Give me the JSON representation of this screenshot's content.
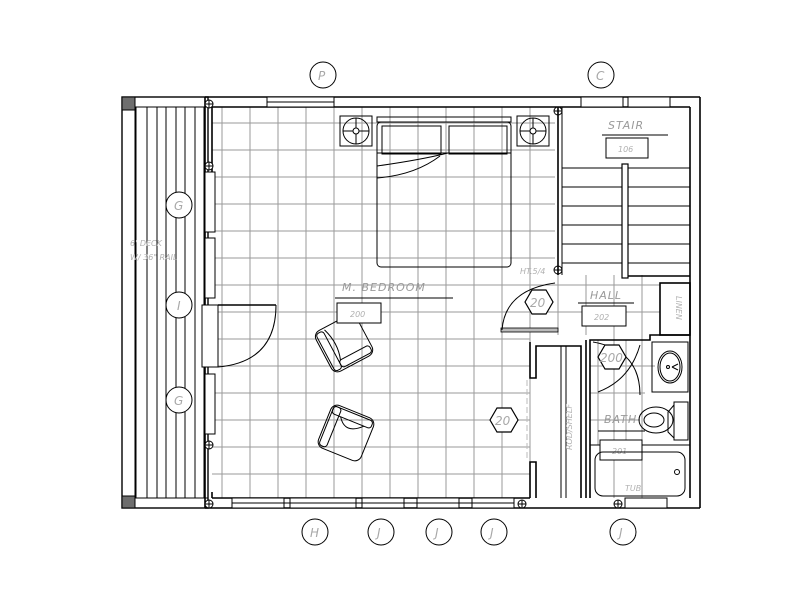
{
  "drawing": {
    "type": "floor-plan",
    "colors": {
      "line": "#000000",
      "grid": "#9a9a9a",
      "text": "#a0a0a0",
      "column": "#6e6e6e"
    }
  },
  "rooms": {
    "master_bedroom": {
      "label": "M. BEDROOM",
      "number": "200"
    },
    "stair": {
      "label": "STAIR",
      "number": "106"
    },
    "hall": {
      "label": "HALL",
      "number": "202"
    },
    "bath": {
      "label": "BATH",
      "number": "201"
    },
    "deck": {
      "label_line1": "6' DECK",
      "label_line2": "W/ 36\" RAIL"
    }
  },
  "fixtures": {
    "closet_label": "ROD/SHELF",
    "linen_label": "LINEN",
    "tub_label": "TUB",
    "ceiling_height_label": "HT.5/4"
  },
  "door_tags": [
    {
      "id": "door-20-hall",
      "label": "20"
    },
    {
      "id": "door-200-bath",
      "label": "200"
    },
    {
      "id": "door-20-closet",
      "label": "20"
    }
  ],
  "window_tags": {
    "top": [
      "P",
      "C"
    ],
    "left": [
      "G",
      "I",
      "G"
    ],
    "bottom": [
      "H",
      "J",
      "J",
      "J",
      "J"
    ]
  }
}
